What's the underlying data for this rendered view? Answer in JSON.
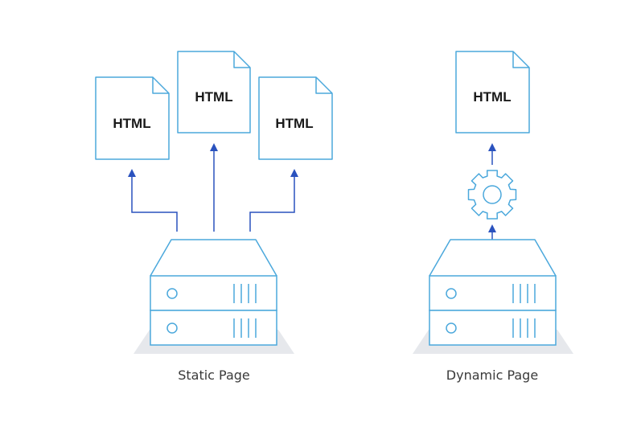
{
  "colors": {
    "outline": "#4ba8dc",
    "arrow": "#2a52be",
    "shadow": "#e6e8ec",
    "background": "#ffffff"
  },
  "static": {
    "documents": [
      {
        "label": "HTML",
        "icon": "html-document-icon"
      },
      {
        "label": "HTML",
        "icon": "html-document-icon"
      },
      {
        "label": "HTML",
        "icon": "html-document-icon"
      }
    ],
    "server_icon": "server-icon",
    "caption": "Static Page"
  },
  "dynamic": {
    "document": {
      "label": "HTML",
      "icon": "html-document-icon"
    },
    "processor_icon": "gear-icon",
    "server_icon": "server-icon",
    "caption": "Dynamic Page"
  }
}
